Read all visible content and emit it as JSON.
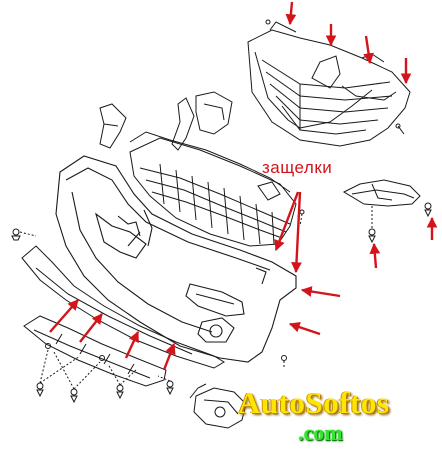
{
  "diagram": {
    "callout_label": "защелки",
    "watermark": {
      "line1": "AutoSoftos",
      "line2": ".com"
    },
    "colors": {
      "arrow": "#d3151b",
      "line": "#1a1a1a",
      "watermark_main": "#ffe600",
      "watermark_sub": "#2fe82a"
    }
  }
}
